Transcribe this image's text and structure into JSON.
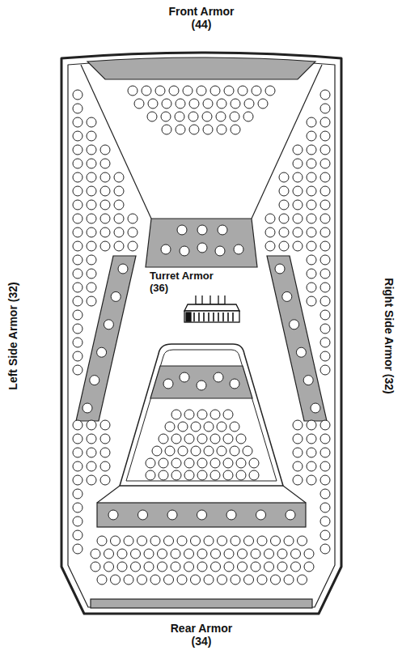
{
  "diagram": {
    "labels": [
      "Front Armor (44)",
      "Left Side Armor (32)",
      "Right Side Armor (32)",
      "Turret Armor (36)",
      "Rear Armor (34)"
    ]
  }
}
